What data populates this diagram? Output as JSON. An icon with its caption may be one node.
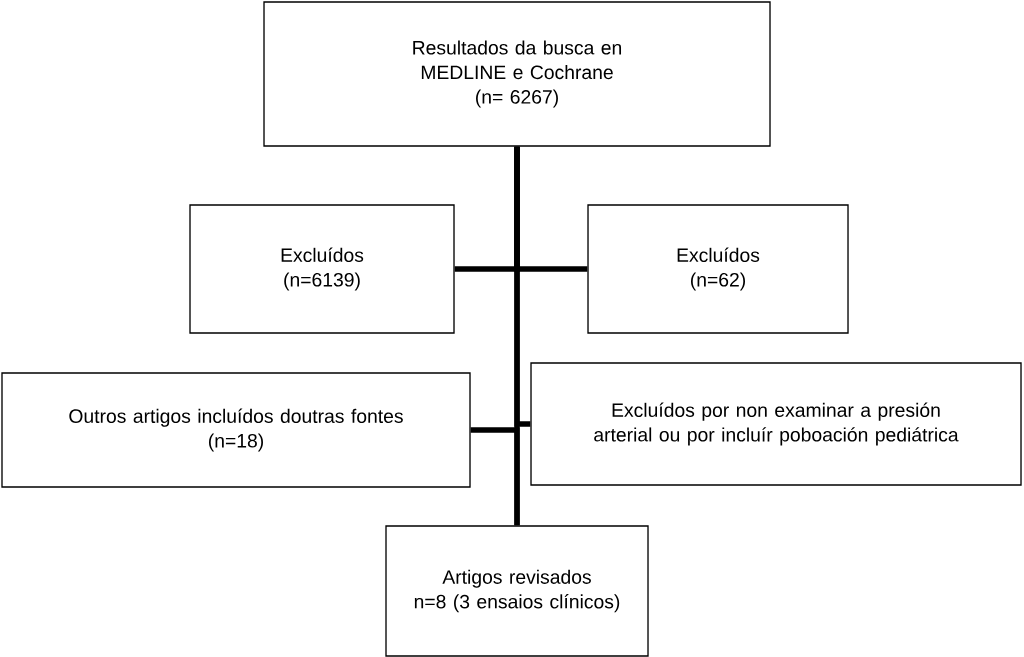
{
  "diagram": {
    "nodes": [
      {
        "text": [
          "Resultados da busca en MEDLINE e Cochrane",
          "(n= 6267)"
        ]
      },
      {
        "text": [
          "Excluídos",
          "(n=6139)"
        ]
      },
      {
        "text": [
          "Excluídos",
          "(n=62)"
        ]
      },
      {
        "text": [
          "Outros artigos incluídos doutras fontes",
          "(n=18)"
        ]
      },
      {
        "text": [
          "Excluídos por non examinar a presión arterial ou por incluír poboación pediátrica"
        ]
      },
      {
        "text": [
          "Artigos revisados",
          "n=8 (3 ensaios clínicos)"
        ]
      }
    ],
    "edges": [
      {
        "from": 0,
        "to": 1,
        "arrow": "none"
      },
      {
        "from": 0,
        "to": 2,
        "arrow": "none"
      },
      {
        "from": 3,
        "to": 5,
        "arrow": "none"
      },
      {
        "from": 0,
        "to": 4,
        "arrow": "none"
      },
      {
        "from": 0,
        "to": 5,
        "arrow": "none"
      }
    ]
  }
}
